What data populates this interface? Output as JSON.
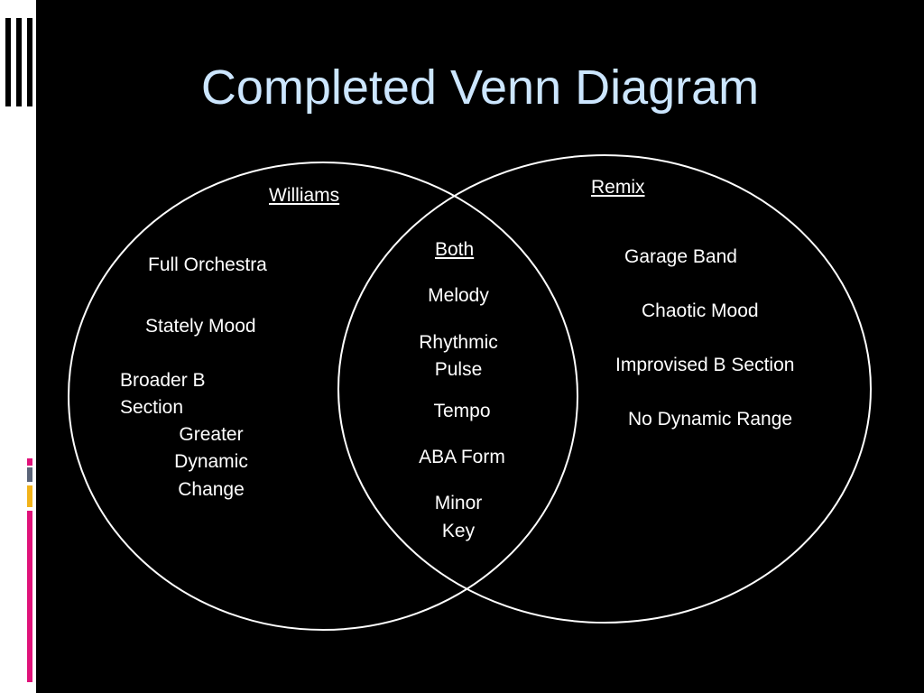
{
  "title": "Completed Venn Diagram",
  "colors": {
    "background": "#000000",
    "title": "#cce6ff",
    "text": "#ffffff",
    "circle_stroke": "#ffffff",
    "accent_pink": "#e0127a",
    "accent_gray": "#5a6478",
    "accent_gold": "#f2b31a"
  },
  "diagram": {
    "sets": [
      {
        "label": "Williams",
        "items": [
          "Full Orchestra",
          "Stately Mood",
          "Broader B",
          "Section",
          "Greater",
          "Dynamic",
          "Change"
        ]
      },
      {
        "label": "Remix",
        "items": [
          "Garage Band",
          "Chaotic Mood",
          "Improvised B Section",
          "No Dynamic Range"
        ]
      }
    ],
    "intersection": {
      "label": "Both",
      "items": [
        "Melody",
        "Rhythmic",
        "Pulse",
        "Tempo",
        "ABA Form",
        "Minor",
        "Key"
      ]
    }
  }
}
